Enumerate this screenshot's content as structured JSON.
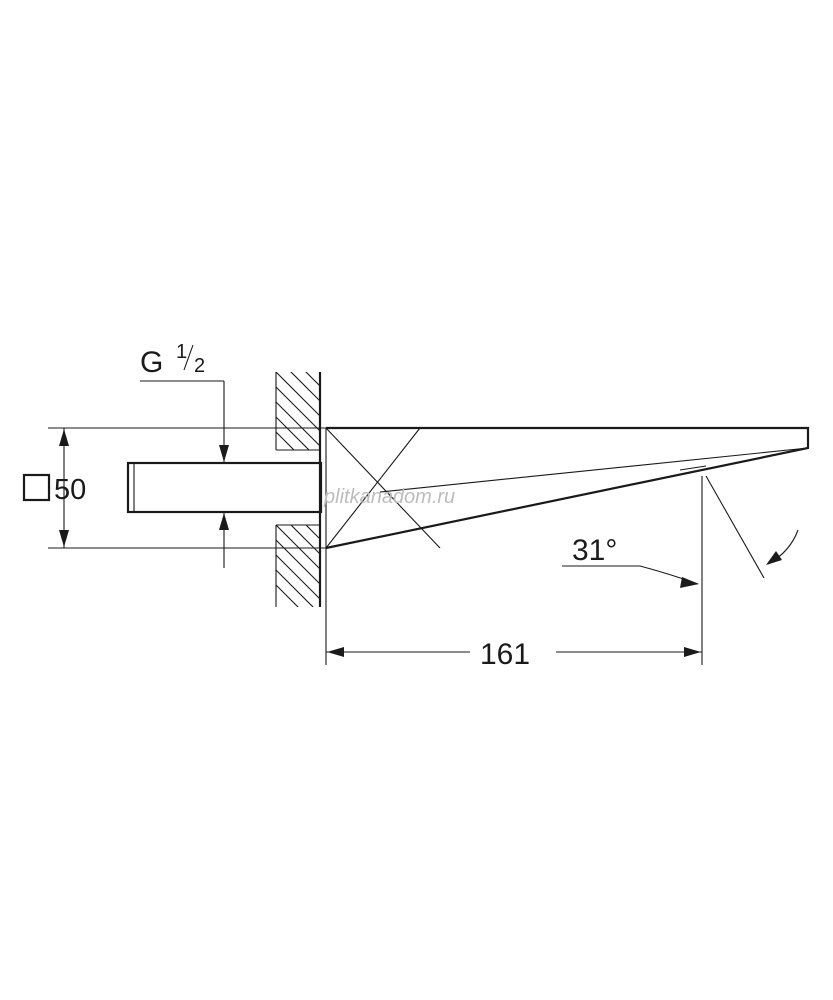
{
  "dimensions": {
    "thread_prefix": "G",
    "thread_num": "1",
    "thread_den": "2",
    "square_size": "50",
    "square_symbol": "square-icon",
    "angle": "31°",
    "length": "161"
  },
  "watermark": "plitkanadom.ru",
  "colors": {
    "line": "#1a1a1a",
    "watermark": "#bdbdbd",
    "background": "#ffffff"
  }
}
